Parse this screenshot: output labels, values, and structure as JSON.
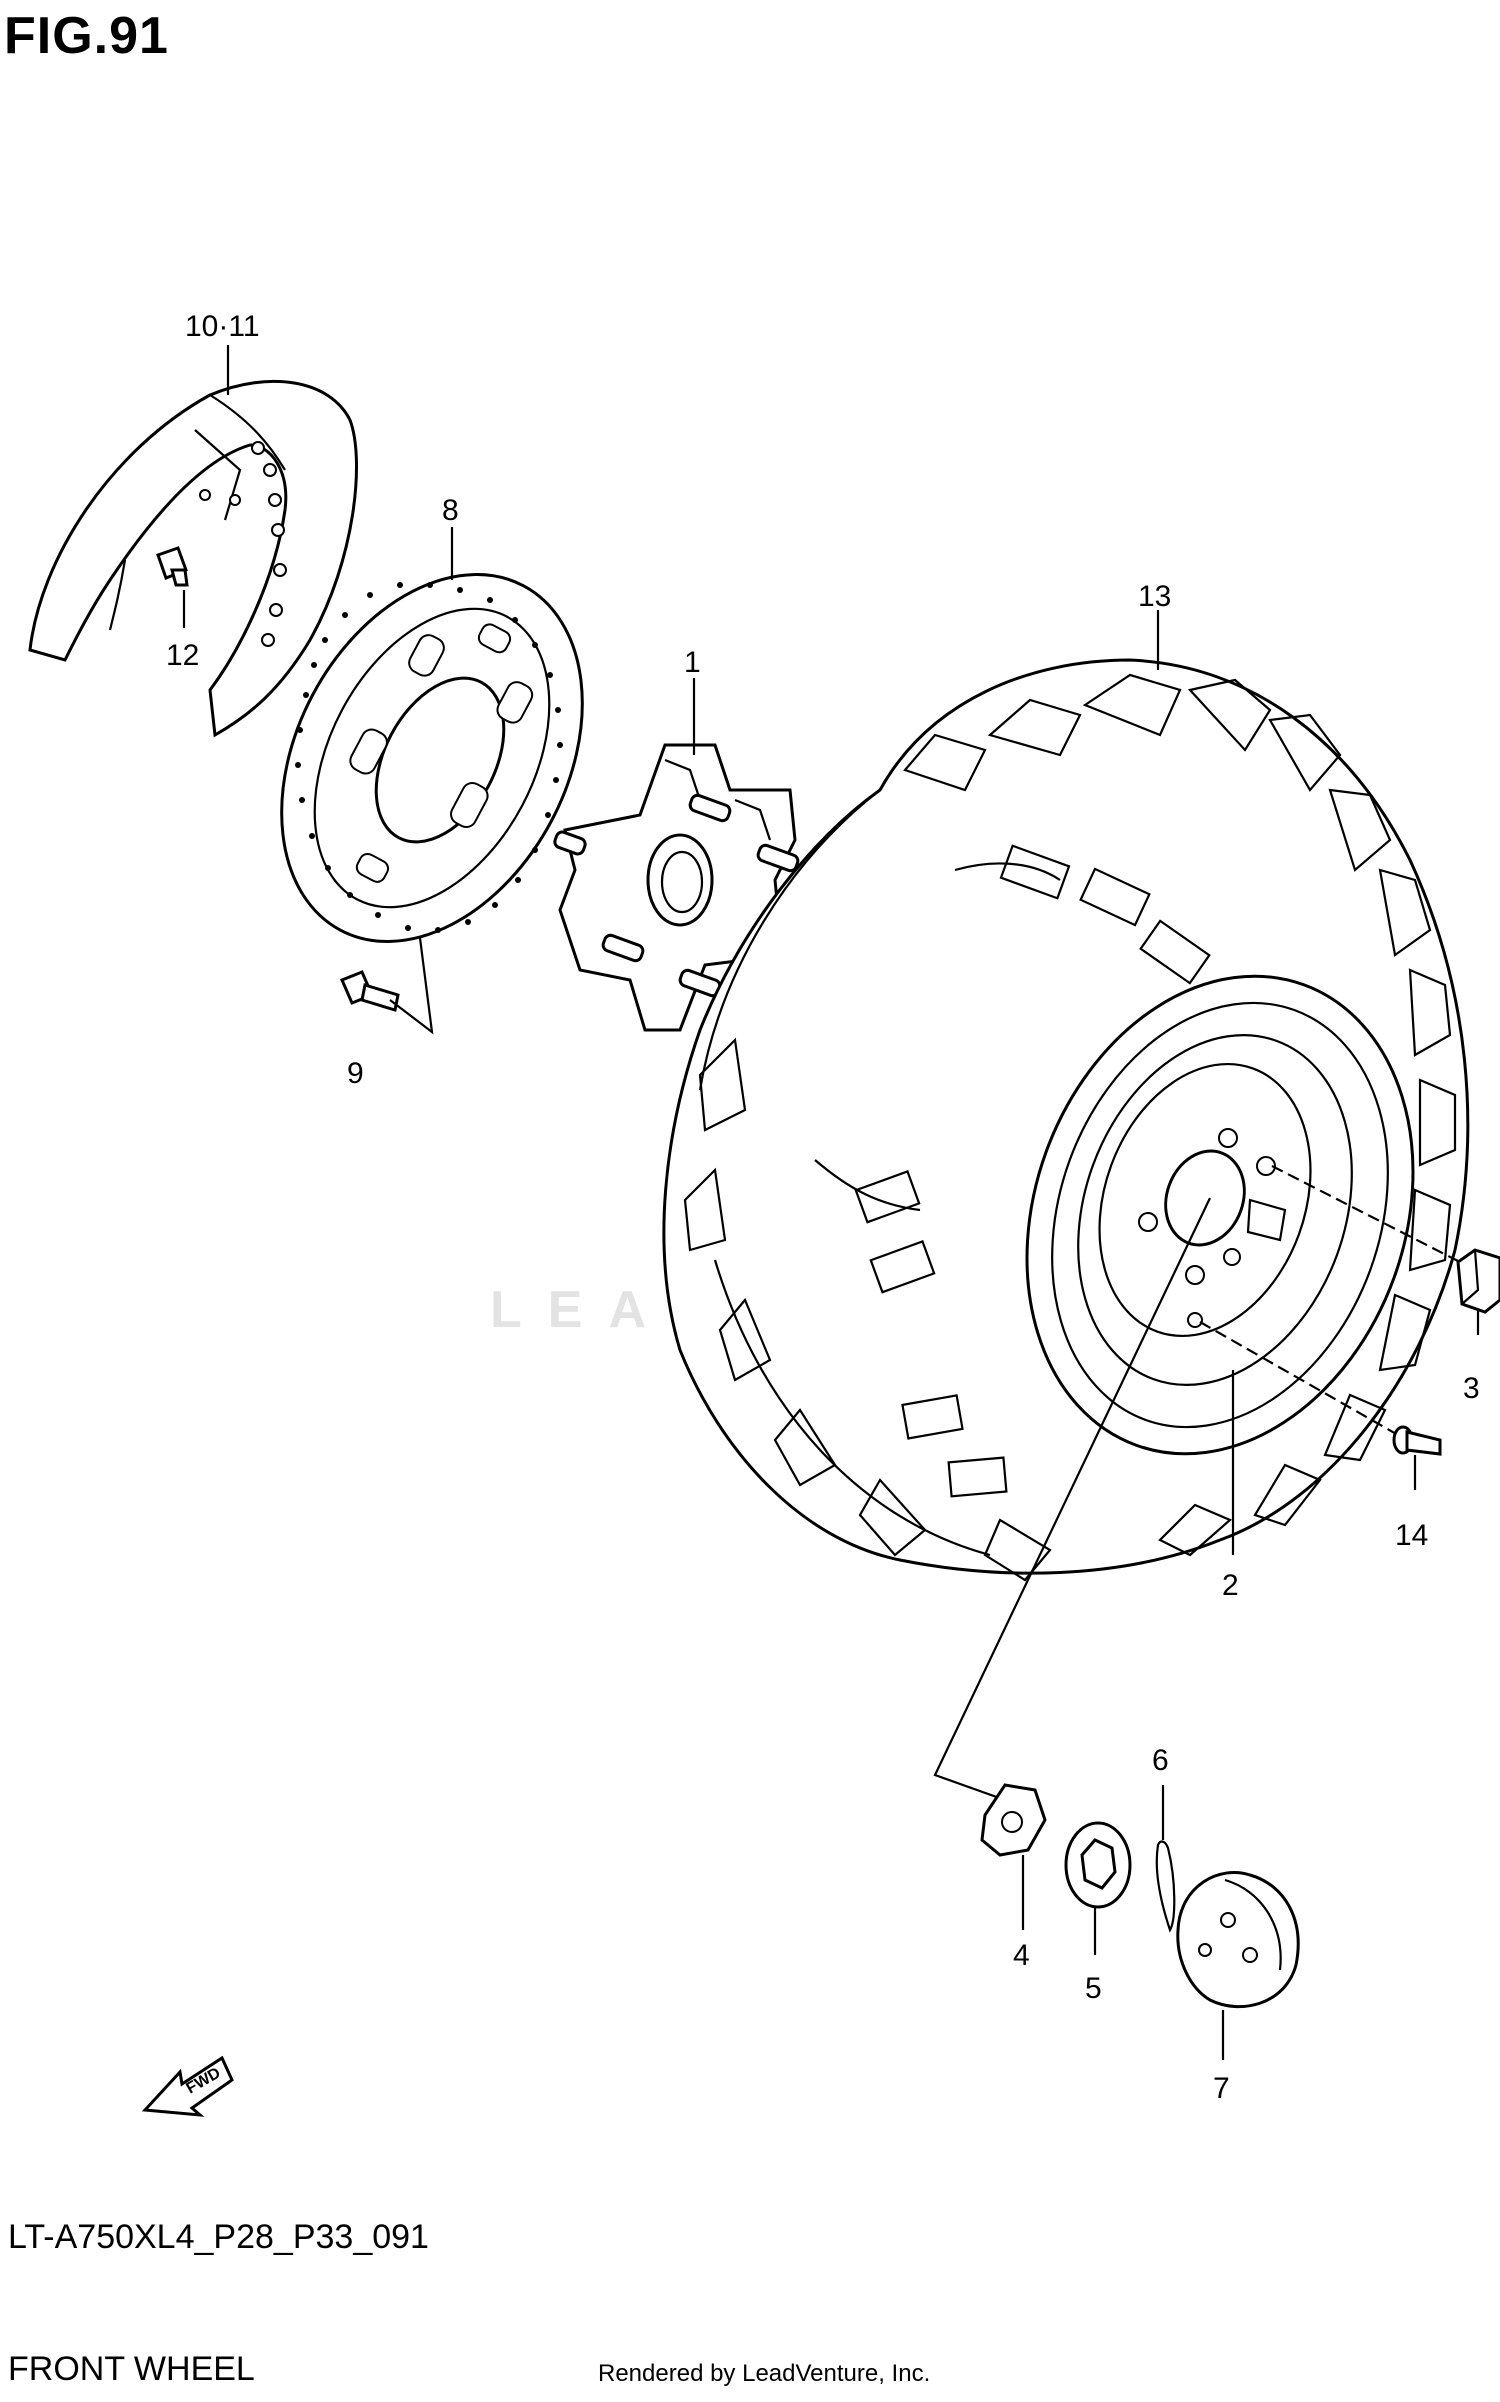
{
  "figure": {
    "title": "FIG.91"
  },
  "footer": {
    "model_code": "LT-A750XL4_P28_P33_091",
    "section_name": "FRONT WHEEL",
    "credit": "Rendered by LeadVenture, Inc."
  },
  "watermark": "LEADVENTURE",
  "fwd_label": "FWD",
  "callouts": {
    "c1": "1",
    "c2": "2",
    "c3": "3",
    "c4": "4",
    "c5": "5",
    "c6": "6",
    "c7": "7",
    "c8": "8",
    "c9": "9",
    "c10_11": "10·11",
    "c12": "12",
    "c13": "13",
    "c14": "14"
  }
}
